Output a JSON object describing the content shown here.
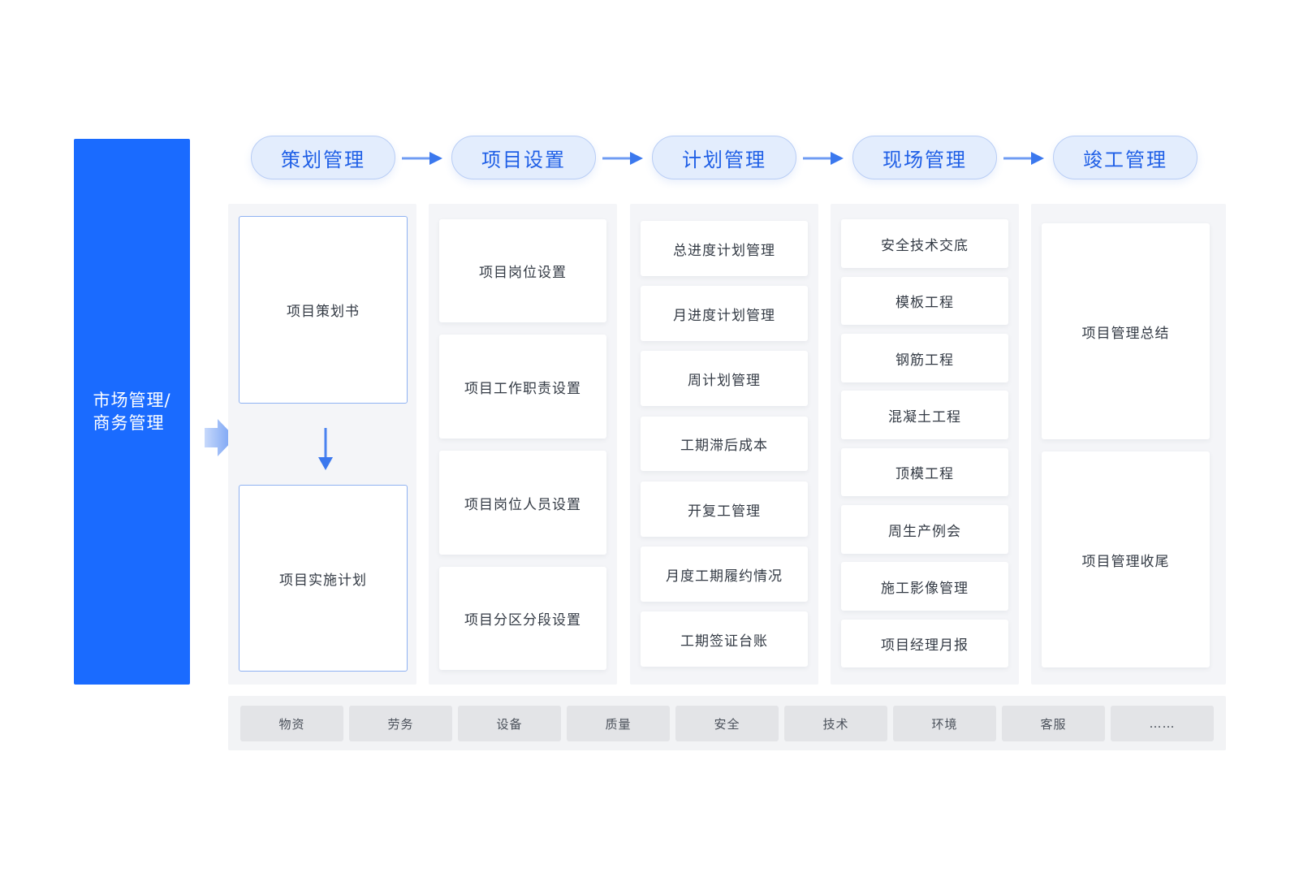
{
  "left_block": {
    "label": "市场管理/\n商务管理"
  },
  "stages": [
    {
      "title": "策划管理",
      "items": [
        "项目策划书",
        "项目实施计划"
      ]
    },
    {
      "title": "项目设置",
      "items": [
        "项目岗位设置",
        "项目工作职责设置",
        "项目岗位人员设置",
        "项目分区分段设置"
      ]
    },
    {
      "title": "计划管理",
      "items": [
        "总进度计划管理",
        "月进度计划管理",
        "周计划管理",
        "工期滞后成本",
        "开复工管理",
        "月度工期履约情况",
        "工期签证台账"
      ]
    },
    {
      "title": "现场管理",
      "items": [
        "安全技术交底",
        "模板工程",
        "钢筋工程",
        "混凝土工程",
        "顶模工程",
        "周生产例会",
        "施工影像管理",
        "项目经理月报"
      ]
    },
    {
      "title": "竣工管理",
      "items": [
        "项目管理总结",
        "项目管理收尾"
      ]
    }
  ],
  "resources": [
    "物资",
    "劳务",
    "设备",
    "质量",
    "安全",
    "技术",
    "环境",
    "客服",
    "……"
  ],
  "colors": {
    "primary_blue": "#1a6bff",
    "pill_bg": "#e3edfd",
    "pill_text": "#1f5fe6",
    "panel_bg": "#f4f5f8",
    "card_outline": "#8fb2f2",
    "resource_bg": "#e3e4e7"
  }
}
